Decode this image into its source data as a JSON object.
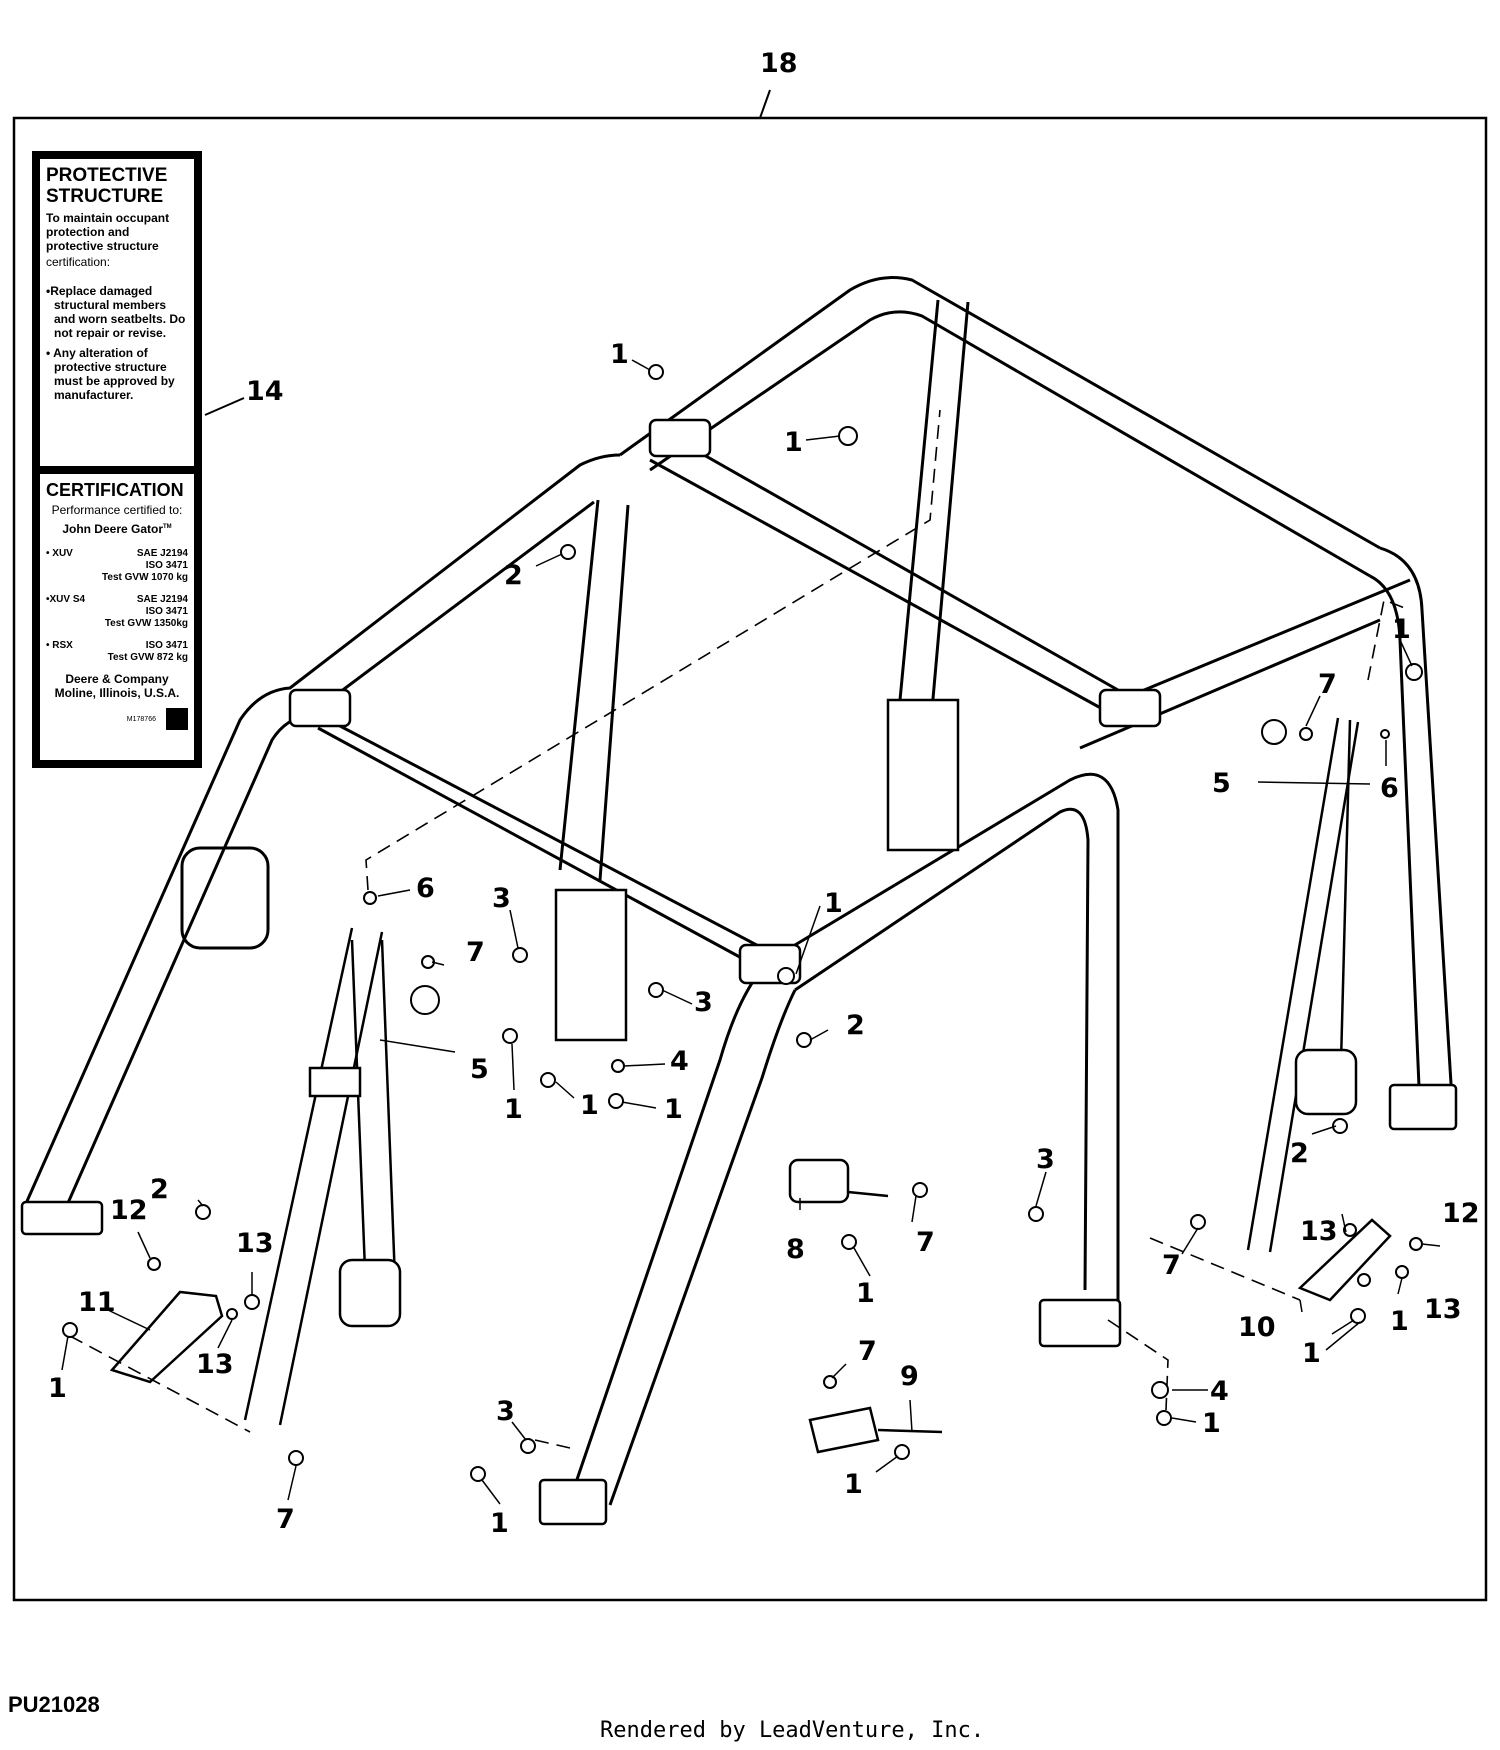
{
  "diagram": {
    "frame_callout": "18",
    "decal_callout": "14",
    "callouts": [
      {
        "id": "c1a",
        "label": "1"
      },
      {
        "id": "c2a",
        "label": "2"
      },
      {
        "id": "c1b",
        "label": "1"
      },
      {
        "id": "c1c",
        "label": "1"
      },
      {
        "id": "c7a",
        "label": "7"
      },
      {
        "id": "c5a",
        "label": "5"
      },
      {
        "id": "c6a",
        "label": "6"
      },
      {
        "id": "c6b",
        "label": "6"
      },
      {
        "id": "c3a",
        "label": "3"
      },
      {
        "id": "c1d",
        "label": "1"
      },
      {
        "id": "c7b",
        "label": "7"
      },
      {
        "id": "c3b",
        "label": "3"
      },
      {
        "id": "c2b",
        "label": "2"
      },
      {
        "id": "c5b",
        "label": "5"
      },
      {
        "id": "c4a",
        "label": "4"
      },
      {
        "id": "c1e",
        "label": "1"
      },
      {
        "id": "c1f",
        "label": "1"
      },
      {
        "id": "c1g",
        "label": "1"
      },
      {
        "id": "c2c",
        "label": "2"
      },
      {
        "id": "c12a",
        "label": "12"
      },
      {
        "id": "c13a",
        "label": "13"
      },
      {
        "id": "c11",
        "label": "11"
      },
      {
        "id": "c13b",
        "label": "13"
      },
      {
        "id": "c1h",
        "label": "1"
      },
      {
        "id": "c7c",
        "label": "7"
      },
      {
        "id": "c8",
        "label": "8"
      },
      {
        "id": "c7d",
        "label": "7"
      },
      {
        "id": "c1i",
        "label": "1"
      },
      {
        "id": "c3c",
        "label": "3"
      },
      {
        "id": "c1j",
        "label": "1"
      },
      {
        "id": "c7e",
        "label": "7"
      },
      {
        "id": "c9",
        "label": "9"
      },
      {
        "id": "c1k",
        "label": "1"
      },
      {
        "id": "c3d",
        "label": "3"
      },
      {
        "id": "c2d",
        "label": "2"
      },
      {
        "id": "c13c",
        "label": "13"
      },
      {
        "id": "c12b",
        "label": "12"
      },
      {
        "id": "c7f",
        "label": "7"
      },
      {
        "id": "c10",
        "label": "10"
      },
      {
        "id": "c1l",
        "label": "1"
      },
      {
        "id": "c13d",
        "label": "13"
      },
      {
        "id": "c1m",
        "label": "1"
      },
      {
        "id": "c4b",
        "label": "4"
      },
      {
        "id": "c1n",
        "label": "1"
      }
    ]
  },
  "decal": {
    "title": "PROTECTIVE STRUCTURE",
    "intro_1": "To maintain occupant protection and protective structure",
    "intro_2": "certification:",
    "bullet_1": "•Replace damaged structural members and worn seatbelts. Do not repair or revise.",
    "bullet_2": "• Any alteration of protective structure must be approved by manufacturer.",
    "cert_title": "CERTIFICATION",
    "cert_intro": "Performance certified to:",
    "brand": "John Deere Gator",
    "tm": "TM",
    "models": [
      {
        "name": "• XUV",
        "std": "SAE J2194",
        "std2": "ISO 3471",
        "gvw": "Test GVW 1070 kg"
      },
      {
        "name": "•XUV S4",
        "std": "SAE J2194",
        "std2": "ISO 3471",
        "gvw": "Test GVW 1350kg"
      },
      {
        "name": "• RSX",
        "std": "ISO 3471",
        "std2": "",
        "gvw": "Test GVW 872 kg"
      }
    ],
    "company": "Deere & Company",
    "location": "Moline, Illinois, U.S.A.",
    "part_no": "M178766"
  },
  "footer": {
    "figure_code": "PU21028",
    "rendered_by": "Rendered by LeadVenture, Inc."
  }
}
